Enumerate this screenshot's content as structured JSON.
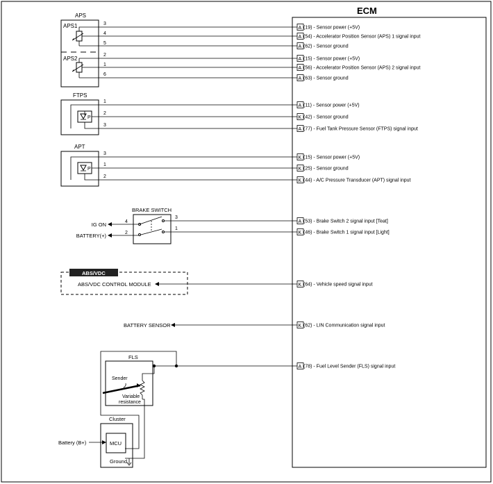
{
  "ecm": {
    "title": "ECM",
    "signals": [
      {
        "id": "aps1_pwr",
        "prefix": "A",
        "text": "(19) - Sensor power (+5V)"
      },
      {
        "id": "aps1_sig",
        "prefix": "A",
        "text": "(54) - Accelerator Position Sensor (APS) 1 signal input"
      },
      {
        "id": "aps1_gnd",
        "prefix": "A",
        "text": "(62) - Sensor ground"
      },
      {
        "id": "aps2_pwr",
        "prefix": "A",
        "text": "(15) - Sensor power (+5V)"
      },
      {
        "id": "aps2_sig",
        "prefix": "A",
        "text": "(56) - Accelerator Position Sensor (APS) 2 signal input"
      },
      {
        "id": "aps2_gnd",
        "prefix": "A",
        "text": "(63) - Sensor ground"
      },
      {
        "id": "ftps_pwr",
        "prefix": "A",
        "text": "(11) - Sensor power (+5V)"
      },
      {
        "id": "ftps_gnd",
        "prefix": "K",
        "text": "(42) - Sensor ground"
      },
      {
        "id": "ftps_sig",
        "prefix": "A",
        "text": "(77) - Fuel Tank Pressure Sensor (FTPS) signal input"
      },
      {
        "id": "apt_pwr",
        "prefix": "K",
        "text": "(15) - Sensor power (+5V)"
      },
      {
        "id": "apt_gnd",
        "prefix": "K",
        "text": "(25) - Sensor ground"
      },
      {
        "id": "apt_sig",
        "prefix": "K",
        "text": "(44) - A/C Pressure Transducer (APT) signal input"
      },
      {
        "id": "brk2",
        "prefix": "A",
        "text": "(53) - Brake Switch 2 signal input [Teat]"
      },
      {
        "id": "brk1",
        "prefix": "K",
        "text": "(46) - Brake Switch 1 signal input [Light]"
      },
      {
        "id": "vss",
        "prefix": "K",
        "text": "(64) - Vehicle speed signal input"
      },
      {
        "id": "lin",
        "prefix": "K",
        "text": "(62) - LIN Communication signal input"
      },
      {
        "id": "fls",
        "prefix": "A",
        "text": "(78) - Fuel Level Sender (FLS) signal input"
      }
    ]
  },
  "aps": {
    "title": "APS",
    "aps1_label": "APS1",
    "aps2_label": "APS2",
    "pins": [
      "3",
      "4",
      "5",
      "2",
      "1",
      "6"
    ]
  },
  "ftps": {
    "title": "FTPS",
    "pins": [
      "1",
      "2",
      "3"
    ],
    "symbol": "P"
  },
  "apt": {
    "title": "APT",
    "pins": [
      "3",
      "1",
      "2"
    ],
    "symbol": "P"
  },
  "brake": {
    "title": "BRAKE SWITCH",
    "ig_on": "IG ON",
    "battery": "BATTERY(+)",
    "pins": [
      "4",
      "2",
      "3",
      "1"
    ]
  },
  "abs": {
    "tag": "ABS/VDC",
    "module": "ABS/VDC CONTROL MODULE"
  },
  "battery_sensor": {
    "label": "BATTERY SENSOR"
  },
  "fls": {
    "title": "FLS",
    "sender": "Sender",
    "variable": "Variable",
    "resistance": "resistance"
  },
  "cluster": {
    "title": "Cluster",
    "mcu": "MCU",
    "ground": "Ground",
    "battery": "Battery (B+)"
  }
}
